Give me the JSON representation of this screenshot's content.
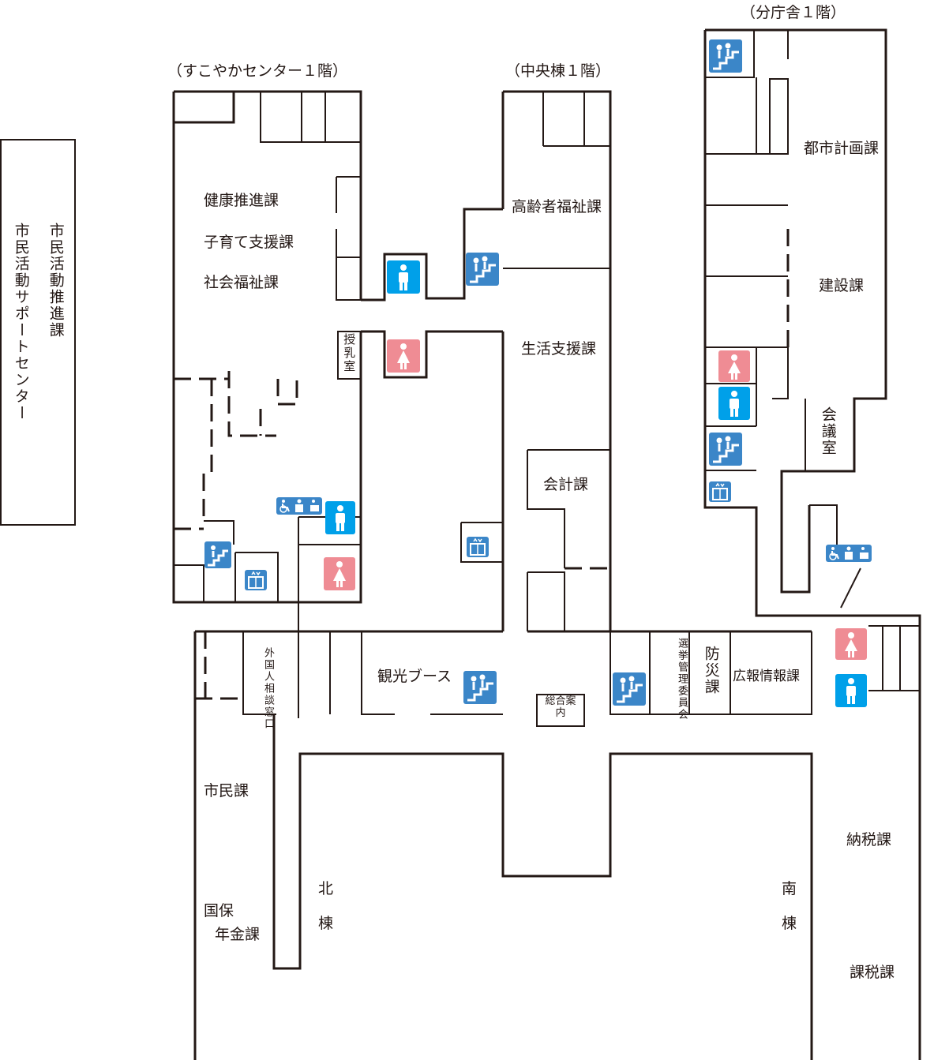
{
  "headers": {
    "sukoyaka": "（すこやかセンター１階）",
    "chuo": "（中央棟１階）",
    "bunchosha": "（分庁舎１階）"
  },
  "side_building": {
    "col1": "市民活動推進課",
    "col2": "市民活動サポートセンター"
  },
  "rooms": {
    "kenko": "健康推進課",
    "kosodate": "子育て支援課",
    "shakai": "社会福祉課",
    "junyu": "授乳室",
    "koureisha": "高齢者福祉課",
    "seikatsu": "生活支援課",
    "kaikei": "会計課",
    "kanko": "観光ブース",
    "gaikokujin": "外国人相談窓口",
    "sogo": "総合案内",
    "senkyo": "選挙管理委員会",
    "bousai": "防災課",
    "koho": "広報情報課",
    "toshi": "都市計画課",
    "kensetsu": "建設課",
    "kaigi": "会議室",
    "shimin": "市民課",
    "kokuho_1": "国保",
    "kokuho_2": "年金課",
    "kita_1": "北",
    "kita_2": "棟",
    "minami_1": "南",
    "minami_2": "棟",
    "nozei": "納税課",
    "kazei": "課税課"
  },
  "icons": [
    "stairs-icon",
    "elevator-icon",
    "mens-restroom-icon",
    "womens-restroom-icon",
    "accessible-restroom-icon"
  ],
  "colors": {
    "stairs": "#3b86c8",
    "mens": "#00a0e9",
    "womens": "#ef8c94",
    "wall": "#231815"
  }
}
